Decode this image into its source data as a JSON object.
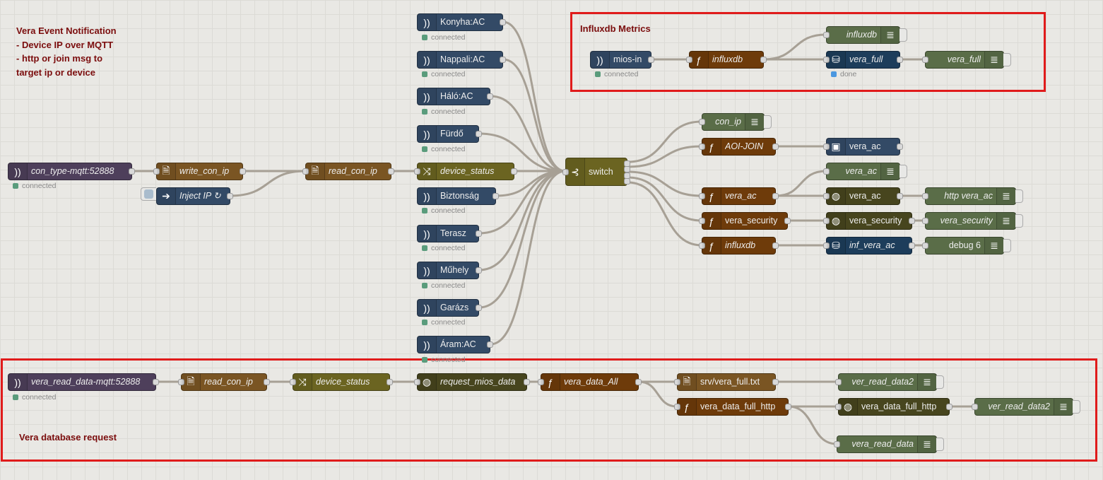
{
  "colors": {
    "wire": "#a7a095",
    "frame": "#e01b1b",
    "comment": "#7b0d0d",
    "status_connected": "#5a9c7c",
    "status_done": "#4a97e0"
  },
  "comments": {
    "vera_event": "Vera Event Notification\n- Device IP over MQTT\n- http or join msg to\ntarget ip or device",
    "influx": "Influxdb Metrics",
    "database": "Vera database request"
  },
  "status": {
    "connected": "connected",
    "done": "done"
  },
  "nodes": {
    "con_type_mqtt": {
      "label": "con_type-mqtt:52888",
      "icon": "mqtt-icon"
    },
    "write_con_ip": {
      "label": "write_con_ip",
      "icon": "file-write-icon"
    },
    "inject_ip": {
      "label": "Inject IP ↻",
      "icon": "inject-icon"
    },
    "read_con_ip": {
      "label": "read_con_ip",
      "icon": "file-read-icon"
    },
    "device_status": {
      "label": "device_status",
      "icon": "change-icon"
    },
    "konyha": {
      "label": "Konyha:AC",
      "icon": "mqtt-icon"
    },
    "nappali": {
      "label": "Nappali:AC",
      "icon": "mqtt-icon"
    },
    "halo": {
      "label": "Háló:AC",
      "icon": "mqtt-icon"
    },
    "furdo": {
      "label": "Fürdő",
      "icon": "mqtt-icon"
    },
    "biztonsag": {
      "label": "Biztonság",
      "icon": "mqtt-icon"
    },
    "terasz": {
      "label": "Terasz",
      "icon": "mqtt-icon"
    },
    "muhely": {
      "label": "Műhely",
      "icon": "mqtt-icon"
    },
    "garazs": {
      "label": "Garázs",
      "icon": "mqtt-icon"
    },
    "aram": {
      "label": "Áram:AC",
      "icon": "mqtt-icon"
    },
    "switch": {
      "label": "switch",
      "icon": "switch-icon"
    },
    "con_ip": {
      "label": "con_ip",
      "icon": "debug-icon"
    },
    "aoi_join": {
      "label": "AOI-JOIN",
      "icon": "function-icon"
    },
    "vera_ac_join": {
      "label": "vera_ac",
      "icon": "join-icon"
    },
    "vera_ac_debug": {
      "label": "vera_ac",
      "icon": "debug-icon"
    },
    "vera_ac_fn": {
      "label": "vera_ac",
      "icon": "function-icon"
    },
    "vera_ac_http": {
      "label": "vera_ac",
      "icon": "globe-icon"
    },
    "http_vera_ac": {
      "label": "http vera_ac",
      "icon": "debug-icon"
    },
    "vera_security_fn": {
      "label": "vera_security",
      "icon": "function-icon"
    },
    "vera_security_http": {
      "label": "vera_security",
      "icon": "globe-icon"
    },
    "vera_security_debug": {
      "label": "vera_security",
      "icon": "debug-icon"
    },
    "influxdb_fn2": {
      "label": "influxdb",
      "icon": "function-icon"
    },
    "inf_vera_ac": {
      "label": "inf_vera_ac",
      "icon": "database-icon"
    },
    "debug6": {
      "label": "debug 6",
      "icon": "debug-icon"
    },
    "mios_in": {
      "label": "mios-in",
      "icon": "mqtt-icon"
    },
    "influxdb_fn": {
      "label": "influxdb",
      "icon": "function-icon"
    },
    "influxdb_debug": {
      "label": "influxdb",
      "icon": "debug-icon"
    },
    "vera_full_db": {
      "label": "vera_full",
      "icon": "database-icon"
    },
    "vera_full_debug": {
      "label": "vera_full",
      "icon": "debug-icon"
    },
    "vera_read_mqtt": {
      "label": "vera_read_data-mqtt:52888",
      "icon": "mqtt-icon"
    },
    "read_con_ip2": {
      "label": "read_con_ip",
      "icon": "file-read-icon"
    },
    "device_status2": {
      "label": "device_status",
      "icon": "change-icon"
    },
    "request_mios": {
      "label": "request_mios_data",
      "icon": "globe-icon"
    },
    "vera_data_all": {
      "label": "vera_data_All",
      "icon": "function-icon"
    },
    "srv_file": {
      "label": "srv/vera_full.txt",
      "icon": "file-write-icon"
    },
    "ver_read_data2a": {
      "label": "ver_read_data2",
      "icon": "debug-icon"
    },
    "vera_data_full_http_fn": {
      "label": "vera_data_full_http",
      "icon": "function-icon"
    },
    "vera_data_full_http": {
      "label": "vera_data_full_http",
      "icon": "globe-icon"
    },
    "ver_read_data2b": {
      "label": "ver_read_data2",
      "icon": "debug-icon"
    },
    "vera_read_data": {
      "label": "vera_read_data",
      "icon": "debug-icon"
    }
  }
}
